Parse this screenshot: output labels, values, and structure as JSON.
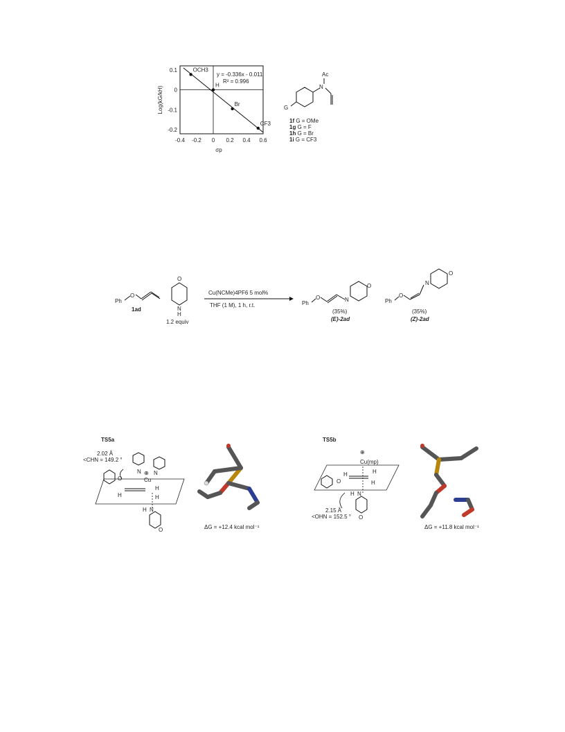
{
  "hammett": {
    "chart_data": {
      "type": "scatter",
      "xlabel": "σp",
      "ylabel": "Log(kG/kH)",
      "xlim": [
        -0.4,
        0.6
      ],
      "ylim": [
        -0.22,
        0.12
      ],
      "xticks": [
        "-0.4",
        "-0.2",
        "0",
        "0.2",
        "0.4",
        "0.6"
      ],
      "yticks": [
        "0.1",
        "0",
        "-0.1",
        "-0.2"
      ],
      "points": [
        {
          "label": "OCH3",
          "x": -0.27,
          "y": 0.077
        },
        {
          "label": "H",
          "x": 0.0,
          "y": 0.0
        },
        {
          "label": "Br",
          "x": 0.23,
          "y": -0.095
        },
        {
          "label": "CF3",
          "x": 0.54,
          "y": -0.192
        }
      ],
      "fit": {
        "slope": -0.336,
        "intercept": -0.011
      },
      "equation": "y = -0.336x - 0.011",
      "r2": "R² = 0.996"
    },
    "substrate": {
      "ac": "Ac",
      "n": "N",
      "g": "G",
      "list": [
        {
          "id": "1f",
          "text": "G = OMe"
        },
        {
          "id": "1g",
          "text": "G = F"
        },
        {
          "id": "1h",
          "text": "G = Br"
        },
        {
          "id": "1i",
          "text": "G = CF3"
        }
      ]
    }
  },
  "reaction": {
    "allene_id": "1ad",
    "ph": "Ph",
    "o": "O",
    "n": "N",
    "h": "H",
    "amine_equiv": "1.2 equiv",
    "conditions_top": "Cu(NCMe)4PF6 5 mol%",
    "conditions_bottom": "THF (1 M), 1 h, r.t.",
    "product_e": {
      "yield": "(35%)",
      "id": "(E)-2ad"
    },
    "product_z": {
      "yield": "(35%)",
      "id": "(Z)-2ad"
    }
  },
  "ts": {
    "ts5a": {
      "title": "TS5a",
      "dist": "2.02 Å",
      "angle": "<CHN = 149.2 °",
      "cu": "Cu",
      "energy": "ΔG = +12.4 kcal mol⁻¹"
    },
    "ts5b": {
      "title": "TS5b",
      "dist": "2.15 Å",
      "angle": "<OHN = 152.5 °",
      "cu": "Cu(mp)",
      "energy": "ΔG = +11.8 kcal mol⁻¹"
    },
    "atoms": {
      "o": "O",
      "n": "N",
      "h": "H",
      "plus": "⊕"
    }
  }
}
